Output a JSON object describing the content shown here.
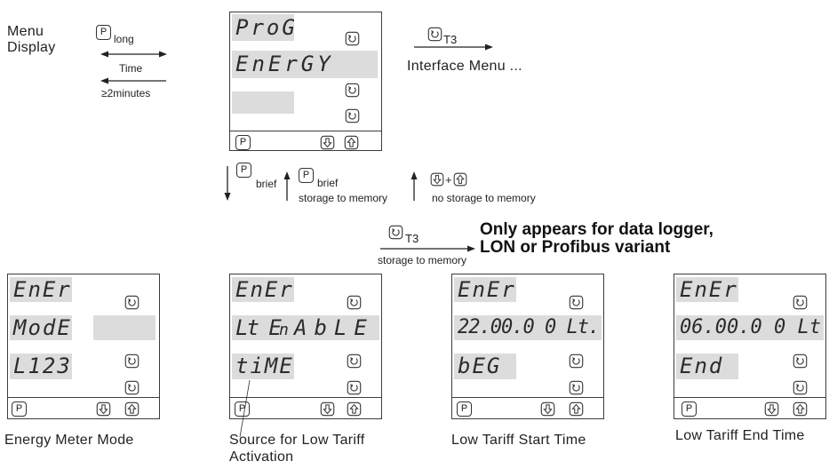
{
  "menu_display": {
    "line1": "Menu",
    "line2": "Display"
  },
  "keys": {
    "p": "P",
    "plus": "+"
  },
  "subscripts": {
    "long": "long",
    "brief": "brief",
    "t3": "T3"
  },
  "labels": {
    "time": "Time",
    "two_minutes": "≥2minutes",
    "interface_menu": "Interface Menu ...",
    "storage_to_memory": "storage to memory",
    "no_storage_to_memory": "no storage to memory"
  },
  "note": {
    "line1": "Only appears for data logger,",
    "line2": "LON or Profibus variant"
  },
  "prog_screen": {
    "row1": "ProG",
    "row2": "EnErGY"
  },
  "screens": [
    {
      "row1": "EnEr",
      "row2_left": "ModE",
      "row3": "L123",
      "caption": "Energy Meter Mode"
    },
    {
      "row1": "EnEr",
      "row2_a": "Lt E",
      "row2_b": "n",
      "row2_c": "AbLE",
      "row3": "tiME",
      "caption": [
        "Source for Low Tariff",
        "Activation"
      ]
    },
    {
      "row1": "EnEr",
      "row2": "22.00.0 0 Lt.",
      "row3": "bEG",
      "caption": "Low Tariff Start Time"
    },
    {
      "row1": "EnEr",
      "row2": "06.00.0 0 Lt",
      "row3": "End",
      "caption": "Low Tariff End Time"
    }
  ],
  "icons": {
    "scroll_key": "scroll-key-icon",
    "down_key": "down-key-icon",
    "up_key": "up-key-icon",
    "p_key": "p-key-icon"
  },
  "colors": {
    "display_background": "#dcdcdc",
    "frame": "#3c3c3c",
    "text": "#222222"
  }
}
